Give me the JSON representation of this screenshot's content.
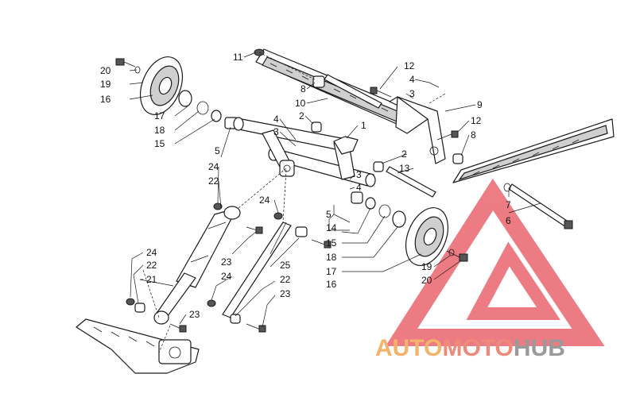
{
  "part_numbers": [
    "1",
    "2",
    "3",
    "4",
    "5",
    "6",
    "7",
    "8",
    "9",
    "10",
    "11",
    "12",
    "13",
    "14",
    "15",
    "16",
    "17",
    "18",
    "19",
    "20",
    "21",
    "22",
    "23",
    "24",
    "25"
  ],
  "watermark": {
    "part_a": "AUTO",
    "part_b": "MOTO",
    "part_c": "HUB",
    "color_a": "#f2b46b",
    "color_b": "#ee8a7b",
    "color_c": "#9a9a9a",
    "logo_color": "#e8505b"
  }
}
